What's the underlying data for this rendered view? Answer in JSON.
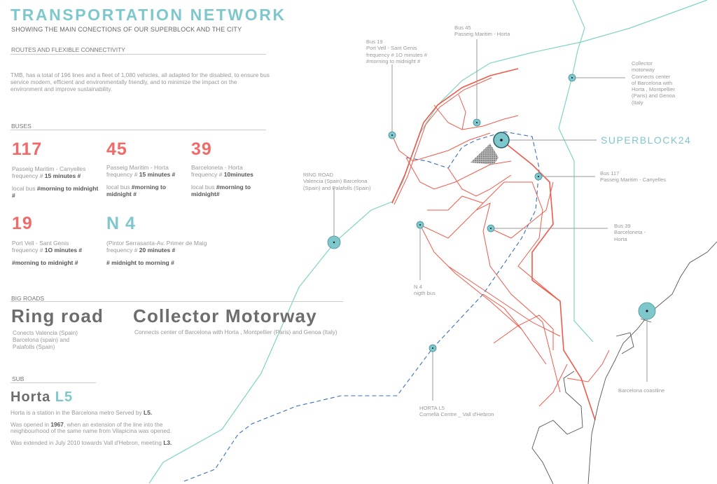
{
  "header": {
    "title": "TRANSPORTATION NETWORK",
    "subtitle": "SHOWING THE MAIN CONECTIONS OF OUR SUPERBLOCK AND THE CITY"
  },
  "routes": {
    "heading": "ROUTES AND FLEXIBLE CONNECTIVITY",
    "text": "TMB, has a total of 196 lines and a fleet of 1,080 vehicles, all adapted for the disabled, to ensure bus service modern, efficient and environmentally friendly, and to minimize the impact on the environment and improve sustainability."
  },
  "buses": {
    "heading": "BUSES",
    "items": [
      {
        "number": "117",
        "route": "Passeig Maritim - Canyelles",
        "freq_prefix": "frequency # ",
        "freq": "15 minutes #",
        "type_prefix": "local bus ",
        "hours": "#morning to midnight #"
      },
      {
        "number": "45",
        "route": "Passeig Maritim - Horta",
        "freq_prefix": "frequency # ",
        "freq": "15 minutes #",
        "type_prefix": "local bus ",
        "hours": "#morning to midnight #"
      },
      {
        "number": "39",
        "route": "Barceloneta - Horta",
        "freq_prefix": "frequency # ",
        "freq": "10minutes",
        "type_prefix": "local bus ",
        "hours": "#morning to midnight#"
      },
      {
        "number": "19",
        "route": "Port Vell - Sant Genis",
        "freq_prefix": "frequency # ",
        "freq": "1O minutes #",
        "type_prefix": "",
        "hours": "#morning to midnight #"
      },
      {
        "number": "N 4",
        "route": "(Pintor Serrasanta-Av. Primer de Maig",
        "freq_prefix": "frequency # ",
        "freq": "20 minutes #",
        "type_prefix": "",
        "hours": "# midnight to morning #"
      }
    ]
  },
  "big_roads": {
    "heading": "BIG ROADS",
    "ring_title": "Ring road",
    "ring_desc": "Conects Valencia (Spain) Barcelona (spain) and Palafolls (Spain)",
    "collector_title": "Collector Motorway",
    "collector_desc": "Connects center of Barcelona with Horta , Montpellier (Paris) and Genoa (Italy)"
  },
  "sub": {
    "heading": "SUB",
    "title": "Horta",
    "line": "L5",
    "p1a": "Horta  is a station in the Barcelona metro Served by ",
    "p1b": "L5.",
    "p2a": "Was opened in ",
    "p2b": "1967",
    "p2c": ", when an extension of the line into the neighbourhood of the same name from Vilapicina was opened.",
    "p3a": " Was extended in July 2010 towards Vall d'Hebron, meeting ",
    "p3b": "L3."
  },
  "map_labels": {
    "bus19": [
      "Bus 19",
      "Port Vell - Sant Genis",
      "frequency # 1O minutes #",
      "#morning to midnight #"
    ],
    "bus45": [
      "Bus 45",
      "Passeig Maritim - Horta"
    ],
    "collector": [
      "Collector",
      "motorway",
      "Connects center",
      "of Barcelona with",
      "Horta , Montpellier",
      "(Paris) and Genoa",
      "(Italy"
    ],
    "superblock": "SUPERBLOCK24",
    "bus117": [
      "Bus 117",
      "Passeig Maritim - Canyelles"
    ],
    "ringroad": [
      "RING ROAD",
      "Valencia (Spain) Barcelona",
      "(Spain) and Palafolls (Spain)"
    ],
    "bus39": [
      "Bus 39",
      "Barceloneta -",
      "Horta"
    ],
    "n4": [
      "N 4",
      "nigth bus"
    ],
    "horta": [
      "HORTA L5",
      "Cornellà Centre _ Vall d'Hebron"
    ],
    "coast": "Barcelona coastline"
  },
  "colors": {
    "teal": "#7ec8cd",
    "red": "#ef5a4a",
    "blue": "#3b6fb5",
    "gray": "#888888"
  }
}
